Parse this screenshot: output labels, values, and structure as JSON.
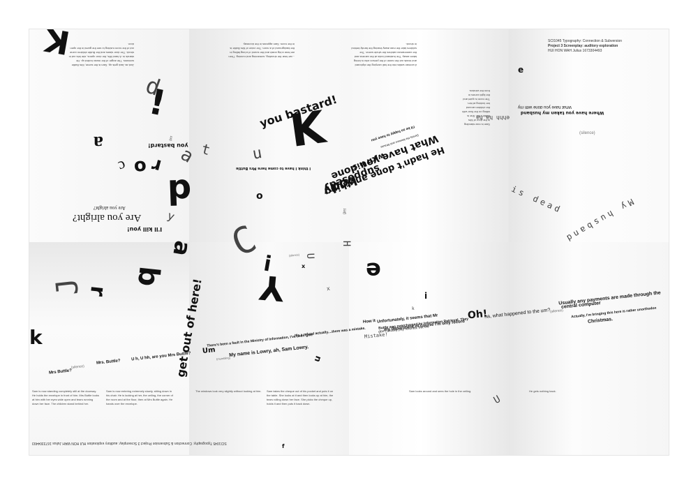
{
  "header": {
    "course": "SCI1045 Typography: Connection & Subversion",
    "project": "Project 3 Screenplay: auditory exploration",
    "student": "HUI HON WAH Julius 1673304493"
  },
  "phrases": {
    "are_you_alright_serif": "Are you alright?",
    "are_you_alright_small": "Are you alright?",
    "ill_kill_you": "I'll kill you!",
    "you_bastard_1": "you bastard!",
    "you_bastard_2": "you bastard!",
    "i_think": "I think I have to come here Mrs Buttle",
    "he_hadnt": "He hadn't done anything",
    "what_have_you_done": "What have you done",
    "supposed": "supposed",
    "with_his": "with his",
    "body": "body",
    "happy": "I'll be so happy to have you",
    "strauss": "Dennis the Menace and Strauss",
    "get_out_of_here": "get out of here!",
    "mrs_buttle_left": "Mrs Buttle?",
    "mrs_buttle_right": "Mrs. Buttle?",
    "u_uh_um": "U h,  U hh,  are you Mrs Buttle?",
    "um": "Um",
    "um_small": "(mumbling)",
    "theres_been_a_fault": "There's been a fault in the Ministry of Information, I've been give",
    "my_name_is": "My name is Lowry, ah,  Sam Lowry.",
    "refund": "It's a refund actually....there was a mistake.",
    "mistake": "Mistake!",
    "how_it": "How it",
    "unfortunately": "Unfortunately, it seems that Mr",
    "buttle_was": "Buttle was overcharged by Information Retrieval. They",
    "dont_usually": "don't usually pay refunds, but the",
    "my_department": "my department of course I'm only record",
    "oh": "Oh!",
    "ha_what": "ha, what happened to the um?",
    "usually": "Usually any payments are made through the",
    "central_computer": "central computer",
    "actually_bringing": "Actually, I'm bringing this here is rather unorthodox",
    "christmas": "Christmas.",
    "my_husband": "My husband",
    "dead": "is dead",
    "where_have_you_taken": "Where have you taken my husband",
    "silence_1": "(silence)",
    "silence_2": "(silence)",
    "silence_3": "(silence)",
    "silence_4": "(silence)",
    "get_1": "get",
    "get_2": "get",
    "ehhh": "ehhh  ha  ha",
    "what_have_you_done_with": "What have you done with my"
  },
  "letters": {
    "k1": "K",
    "k2": "K",
    "k3": "k",
    "k4": "k",
    "bang": "!",
    "a1": "a",
    "a2": "a",
    "c1": "c",
    "c2": "c",
    "o1": "o",
    "o2": "o",
    "o3": "o",
    "r1": "r",
    "r2": "r",
    "p": "p",
    "d": "d",
    "n": "n",
    "u1": "u",
    "u2": "u",
    "u3": "U",
    "t": "t",
    "y1": "y",
    "y2": "Y",
    "b": "b",
    "e1": "e",
    "e2": "e",
    "i1": "i",
    "i2": "i",
    "h1": "h",
    "h2": "H",
    "x1": "x",
    "x2": "x",
    "j": "J",
    "C": "C",
    "f": "f"
  },
  "paragraphs": {
    "p1": "Just as Jack gets up, Sam is the scene, Mrs Buttle screams. The anger of the music boiled up. He stands in. A hand lifts, the door opens, she lets out in shock. The door slams and the Buttle children come out of the room rushing to see the guest in the open door.",
    "p2": "...we hear the shouting, screaming and running. Then we hear a big crash and the sound of a bag falling in the background of a room. The voice of Mrs Buttle is in the room. Sam appears in the doorway.",
    "p3": "A woman walks into the hall carrying the clipboard and reads out the name of the person who is being taken away. The husband looks at the camera and the cameraman catches the whole scene. The soldiers take the man away leaving the family behind in shock.",
    "p4": "Sam is now standing in the door of Mrs Buttle's flat. She is sitting on the floor with the children around her looking at him. The room is quiet and the light comes in from the window.",
    "p5": "Sam is now standing completely still at the doorway. He holds the envelope in front of him. Mrs Buttle looks at him with her eyes wide open and tears running down her face. The children stand behind her.",
    "p6": "Sam is now entering extremely slowly, sitting down in his chair. He is looking at her, the ceiling, the corner of the room and at the floor, then at Mrs Buttle again. He hands over the envelope.",
    "p7": "The windows look very slightly without looking at him.",
    "p8": "Sam takes the cheque out of his pocket and puts it on the table. She looks at it and then looks up at him, the tears rolling down her face. She picks the cheque up, holds it and then puts it back down.",
    "p9": "Sam looks around and sees the hole in the ceiling.",
    "p10": "He gets nothing back.",
    "bottom_ref": "SCI1045 Typography: Connection & Subversion Project 3 Screenplay: auditory exploration HUI HON WAH Julius 1673304493"
  }
}
